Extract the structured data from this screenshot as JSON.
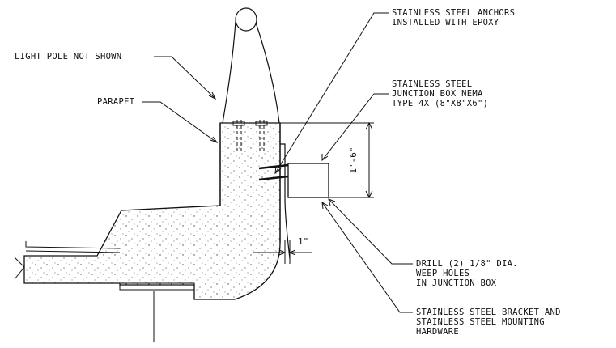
{
  "labels": {
    "light_pole": "LIGHT POLE NOT SHOWN",
    "parapet": "PARAPET",
    "anchors": [
      "STAINLESS STEEL ANCHORS",
      "INSTALLED WITH EPOXY"
    ],
    "junction_box": [
      "STAINLESS STEEL",
      "JUNCTION BOX NEMA",
      "TYPE 4X (8\"X8\"X6\")"
    ],
    "weep_holes": [
      "DRILL (2) 1/8\" DIA.",
      "WEEP HOLES",
      "IN JUNCTION BOX"
    ],
    "bracket": [
      "STAINLESS STEEL BRACKET AND",
      "STAINLESS STEEL MOUNTING",
      "HARDWARE"
    ]
  },
  "dimensions": {
    "box_height": "1'-6\"",
    "offset": "1\""
  }
}
